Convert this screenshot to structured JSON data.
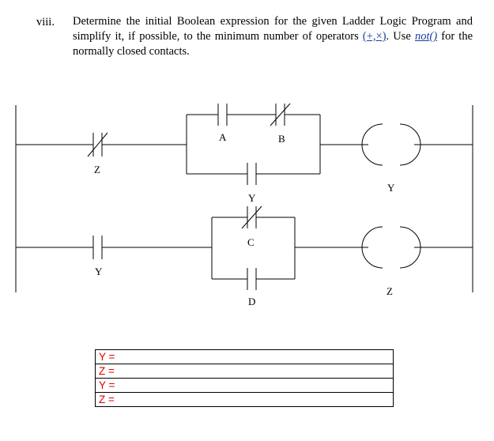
{
  "question": {
    "number": "viii.",
    "text_part1": "Determine the initial Boolean expression for the given Ladder Logic Program and simplify it, if possible, to the minimum number of operators",
    "operators": "(+,×)",
    "text_part2": ". Use",
    "not_function": "not()",
    "text_part3": "for the normally closed contacts."
  },
  "ladder": {
    "rung1": {
      "contact_nc_z_label": "Z",
      "contact_no_a_label": "A",
      "contact_nc_b_label": "B",
      "contact_no_y_label": "Y",
      "coil_label": "Y"
    },
    "rung2": {
      "contact_no_y_label": "Y",
      "contact_nc_c_label": "C",
      "contact_no_d_label": "D",
      "coil_label": "Z"
    }
  },
  "answers": [
    {
      "label": "Y ="
    },
    {
      "label": "Z ="
    },
    {
      "label": "Y ="
    },
    {
      "label": "Z ="
    }
  ]
}
